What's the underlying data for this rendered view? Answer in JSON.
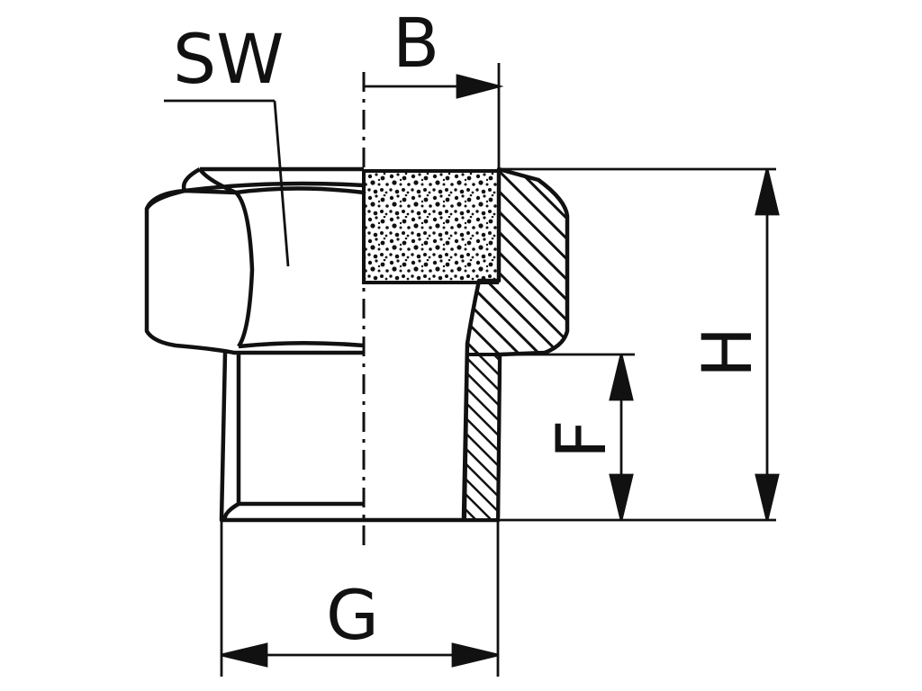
{
  "drawing": {
    "labels": {
      "sw": "SW",
      "b": "B",
      "h": "H",
      "f": "F",
      "g": "G"
    },
    "colors": {
      "line": "#111111",
      "background": "#ffffff"
    }
  }
}
